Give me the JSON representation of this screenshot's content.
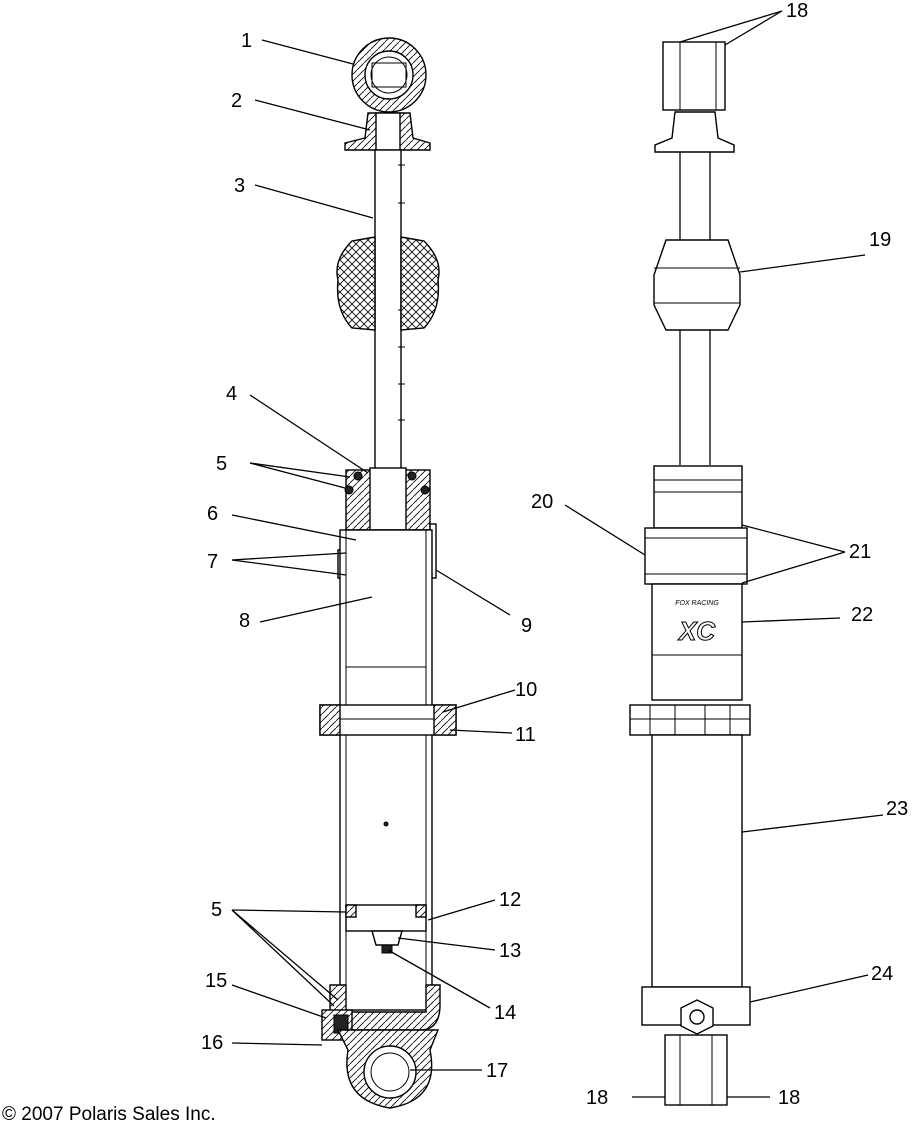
{
  "callouts": {
    "c1": "1",
    "c2": "2",
    "c3": "3",
    "c4": "4",
    "c5a": "5",
    "c6": "6",
    "c7": "7",
    "c8": "8",
    "c9": "9",
    "c10": "10",
    "c11": "11",
    "c12": "12",
    "c13": "13",
    "c14": "14",
    "c5b": "5",
    "c15": "15",
    "c16": "16",
    "c17": "17",
    "c18a": "18",
    "c19": "19",
    "c20": "20",
    "c21": "21",
    "c22": "22",
    "c23": "23",
    "c24": "24",
    "c18b": "18",
    "c18c": "18"
  },
  "copyright": "© 2007 Polaris Sales Inc."
}
